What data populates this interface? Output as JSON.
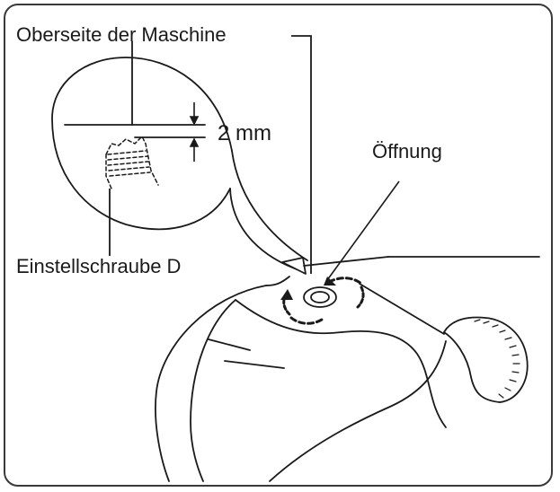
{
  "labels": {
    "top_of_machine": "Oberseite der Maschine",
    "gap": "2 mm",
    "opening": "Öffnung",
    "adjusting_screw": "Einstellschraube D"
  },
  "colors": {
    "line": "#1a1a1a",
    "frame": "#3a3a3a",
    "background": "#ffffff"
  }
}
